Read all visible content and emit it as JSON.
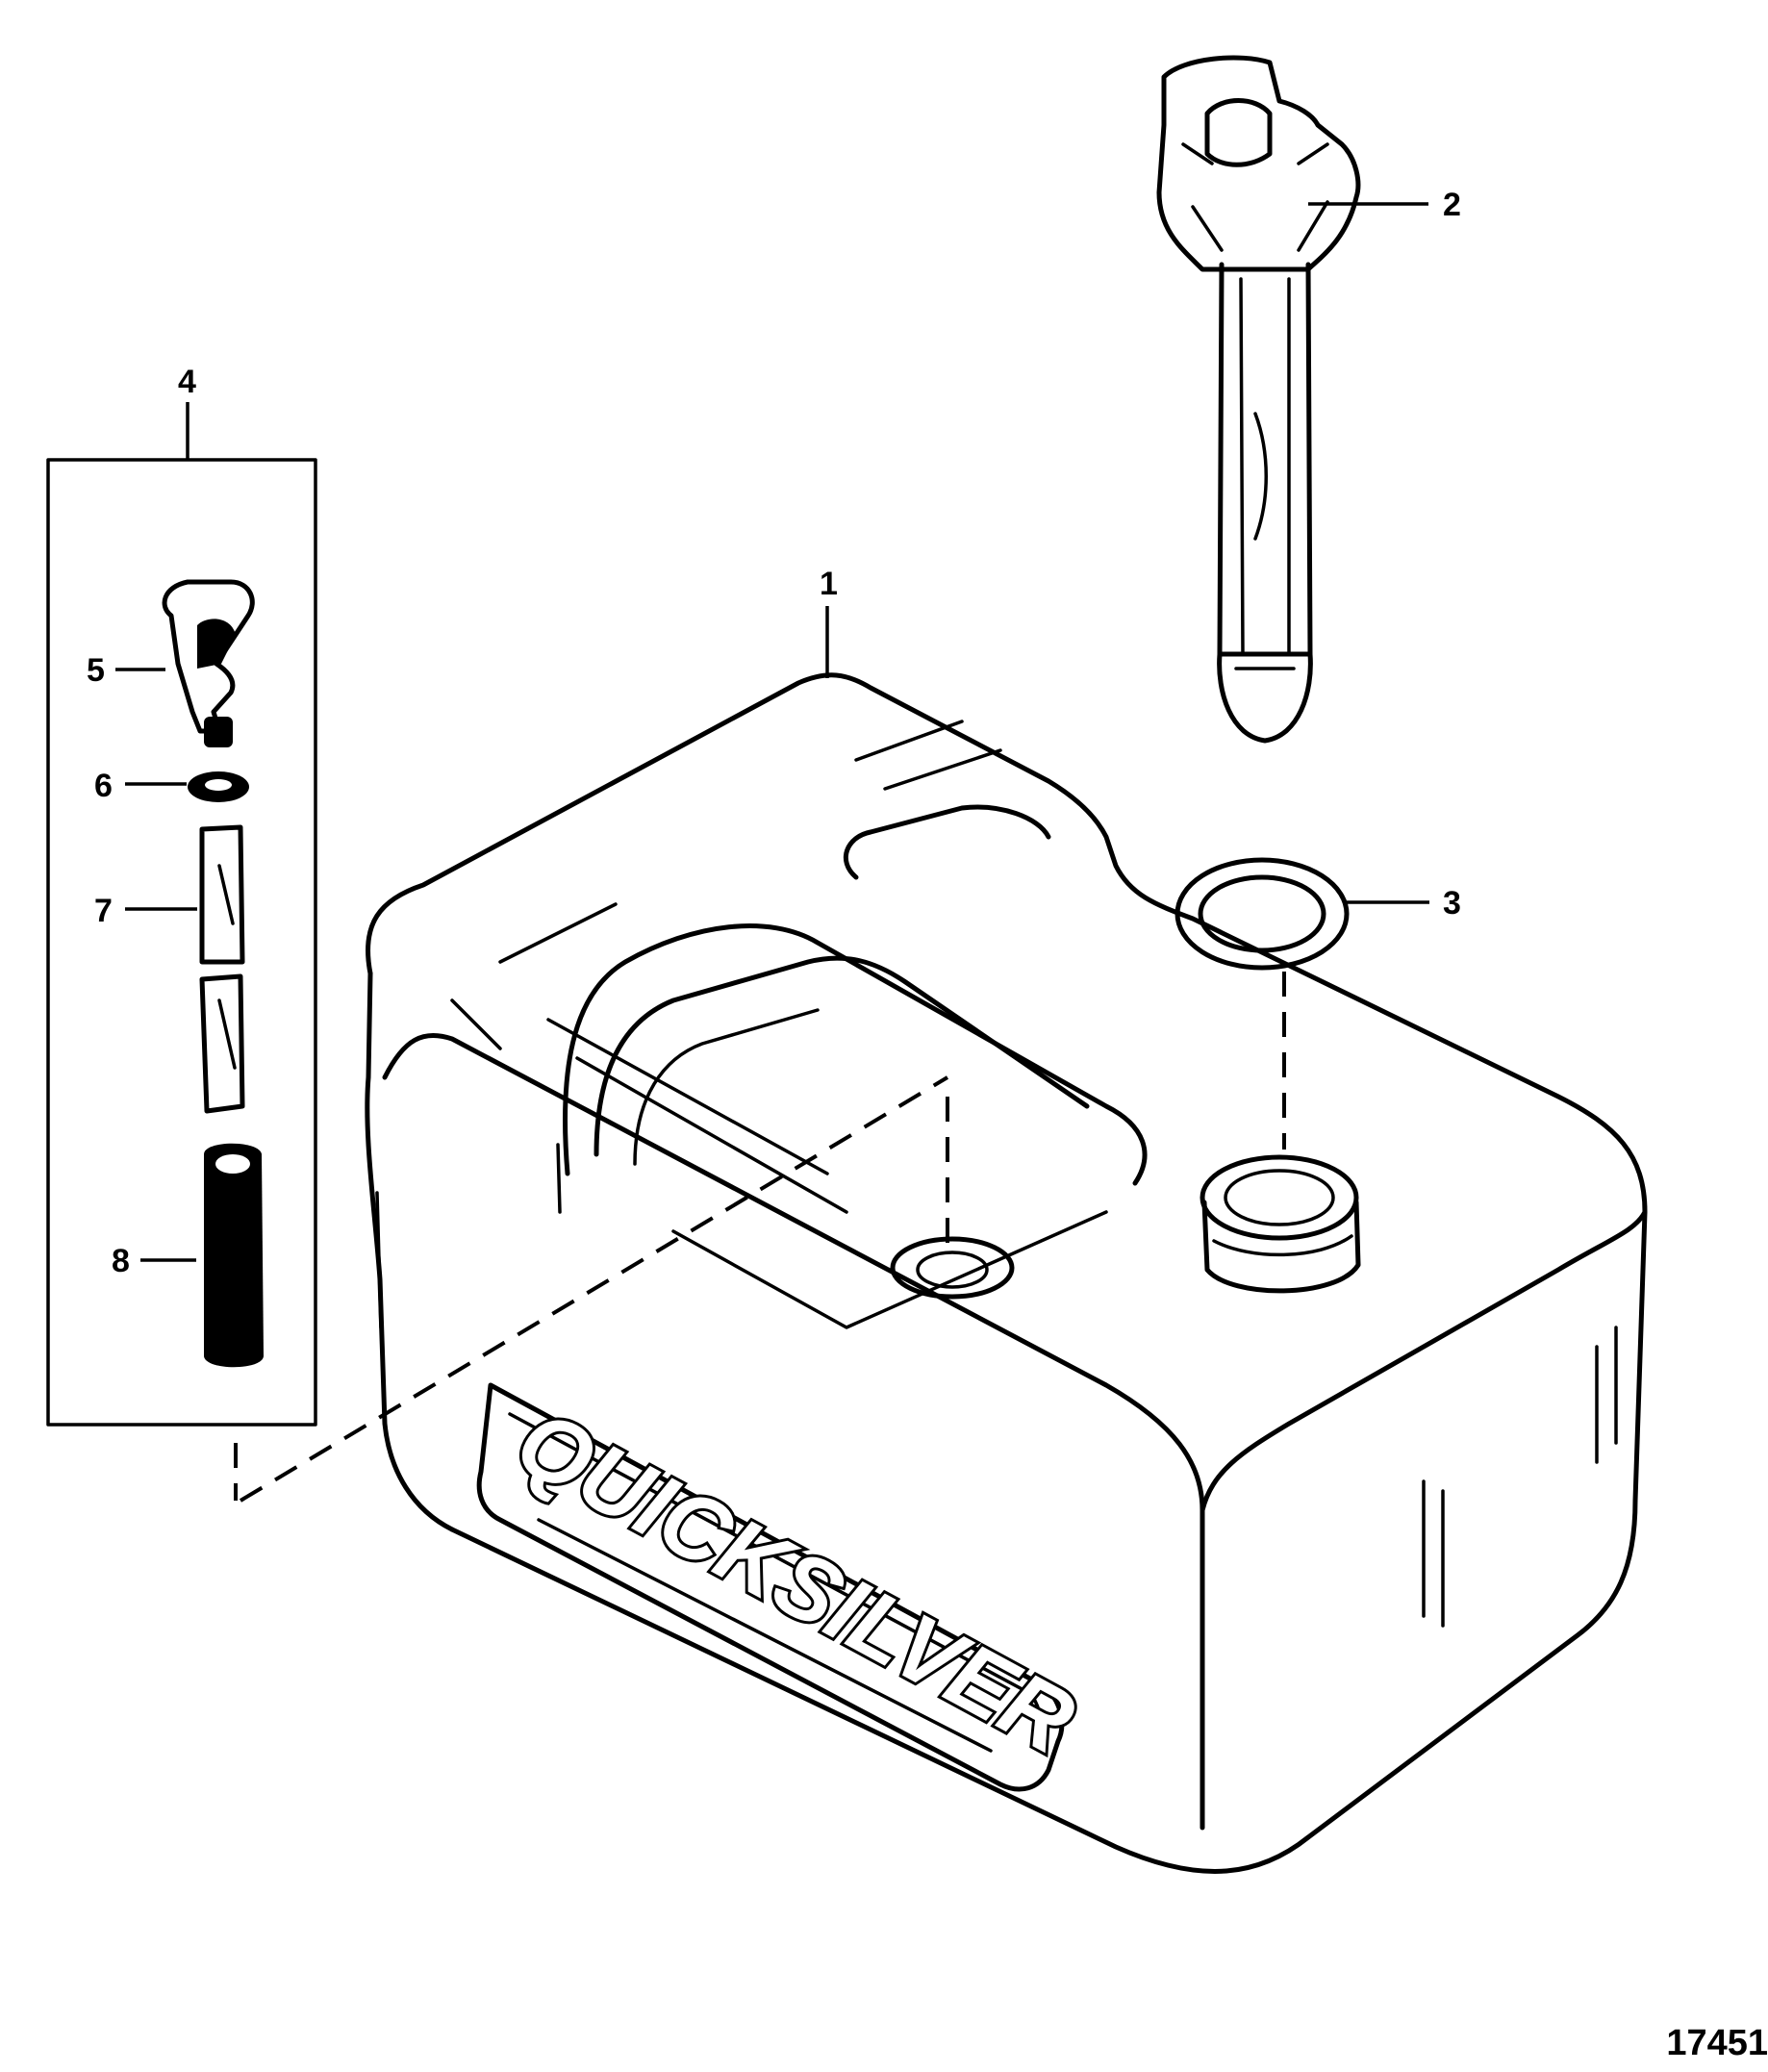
{
  "callouts": {
    "c1": "1",
    "c2": "2",
    "c3": "3",
    "c4": "4",
    "c5": "5",
    "c6": "6",
    "c7": "7",
    "c8": "8"
  },
  "figure_number": "17451",
  "logo_text": "QUICKSILVER",
  "colors": {
    "ink": "#000000",
    "background": "#ffffff"
  }
}
